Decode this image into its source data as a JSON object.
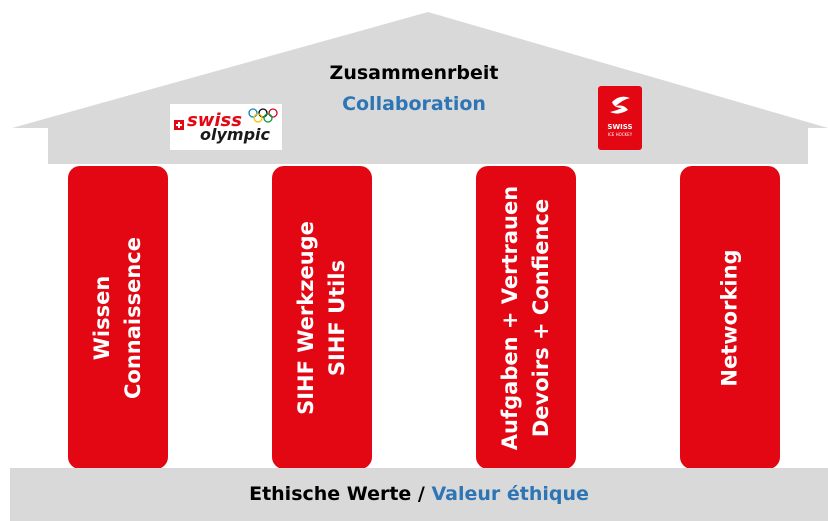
{
  "roof": {
    "line1": "Zusammenrbeit",
    "line2": "Collaboration",
    "color": "#d9d9d9"
  },
  "logos": {
    "swiss_olympic": {
      "word1": "swiss",
      "word2": "olympic",
      "icon": "olympic-rings-icon"
    },
    "swiss_ice_hockey": {
      "line1": "SWISS",
      "line2": "ICE HOCKEY",
      "icon": "sihf-logo-icon"
    }
  },
  "pillars": [
    {
      "line1": "Wissen",
      "line2": "Connaissence"
    },
    {
      "line1": "SIHF Werkzeuge",
      "line2": "SIHF Utils"
    },
    {
      "line1": "Aufgaben + Vertrauen",
      "line2": "Devoirs + Confience"
    },
    {
      "line1": "Networking",
      "line2": ""
    }
  ],
  "base": {
    "part1": "Ethische Werte /",
    "part2": "Valeur éthique"
  },
  "colors": {
    "pillar": "#e30613",
    "accent_text": "#2e75b6",
    "roof_base": "#d9d9d9"
  }
}
